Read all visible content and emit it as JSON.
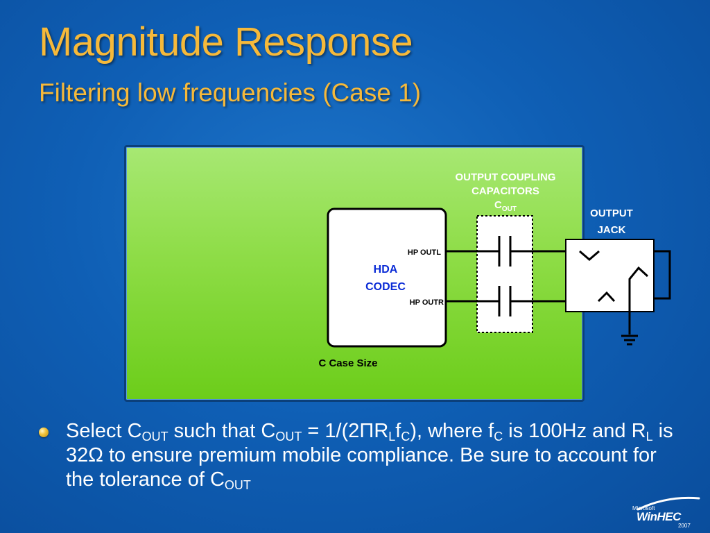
{
  "slide": {
    "title": "Magnitude Response",
    "subtitle": "Filtering low frequencies (Case 1)"
  },
  "diagram": {
    "codec_label_line1": "HDA",
    "codec_label_line2": "CODEC",
    "hp_outl": "HP OUTL",
    "hp_outr": "HP OUTR",
    "capacitors_label_line1": "OUTPUT COUPLING",
    "capacitors_label_line2": "CAPACITORS",
    "cout_main": "C",
    "cout_sub": "OUT",
    "jack_label_line1": "OUTPUT",
    "jack_label_line2": "JACK",
    "case_size": "C Case Size",
    "colors": {
      "codec_text": "#0a2bd6",
      "annotation_text": "#ffffff",
      "wire": "#000000"
    }
  },
  "bullet": {
    "t1": "Select C",
    "s1": "OUT",
    "t2": " such that C",
    "s2": "OUT",
    "t3": " = 1/(2ΠR",
    "s3": "L",
    "t4": "f",
    "s4": "C",
    "t5": "), where f",
    "s5": "C",
    "t6": " is 100Hz and R",
    "s6": "L",
    "t7": " is 32Ω to ensure premium mobile compliance. Be sure to account for the tolerance of C",
    "s7": "OUT"
  },
  "logo": {
    "brand_small": "Microsoft",
    "name": "WinHEC",
    "year": "2007"
  }
}
